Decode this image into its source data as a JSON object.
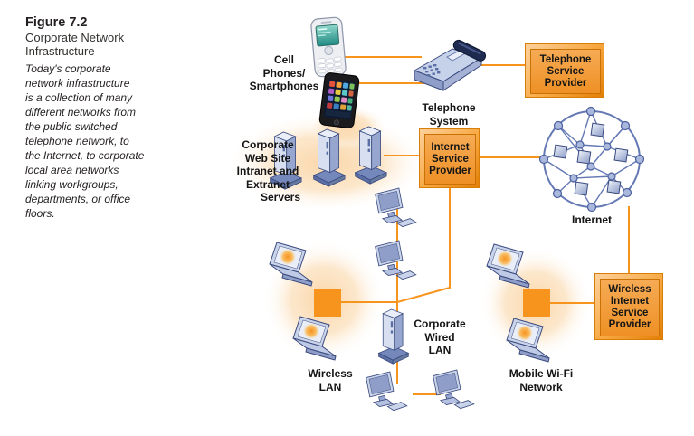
{
  "figure": {
    "number": "Figure 7.2",
    "title": "Corporate Network\nInfrastructure",
    "description": "Today's corporate\nnetwork infrastructure\nis a collection of many\ndifferent networks from\nthe public switched\ntelephone network, to\nthe Internet, to corporate\nlocal area networks\nlinking workgroups,\ndepartments, or office\nfloors."
  },
  "diagram": {
    "labels": {
      "cell_phones": "Cell\nPhones/\nSmartphones",
      "telephone_system": "Telephone\nSystem",
      "corporate_web": "Corporate\nWeb Site\nIntranet and\nExtranet",
      "servers": "Servers",
      "internet": "Internet",
      "corporate_wired_lan": "Corporate\nWired\nLAN",
      "wireless_lan": "Wireless\nLAN",
      "mobile_wifi": "Mobile Wi-Fi\nNetwork"
    },
    "provider_boxes": [
      {
        "id": "telephone-service-provider",
        "label": "Telephone\nService\nProvider"
      },
      {
        "id": "internet-service-provider",
        "label": "Internet\nService\nProvider"
      },
      {
        "id": "wireless-internet-service-provider",
        "label": "Wireless\nInternet\nService\nProvider"
      }
    ],
    "devices": [
      "cell-phone",
      "smartphone",
      "telephone-system",
      "server-tower",
      "desktop-computer",
      "laptop",
      "wireless-access-point",
      "internet-mesh"
    ],
    "colors": {
      "connector_orange": "#F7941E",
      "box_bevel_light": "#FDD19B",
      "box_bevel_dark": "#E37F07",
      "box_face": "#EE9025",
      "device_outline": "#3A4A7E",
      "device_light": "#D7DFF0",
      "device_mid": "#97A6CE",
      "device_dark": "#6B7FB0",
      "mesh_blue": "#6478B4",
      "glow_peach": "#FAD4A4"
    }
  }
}
